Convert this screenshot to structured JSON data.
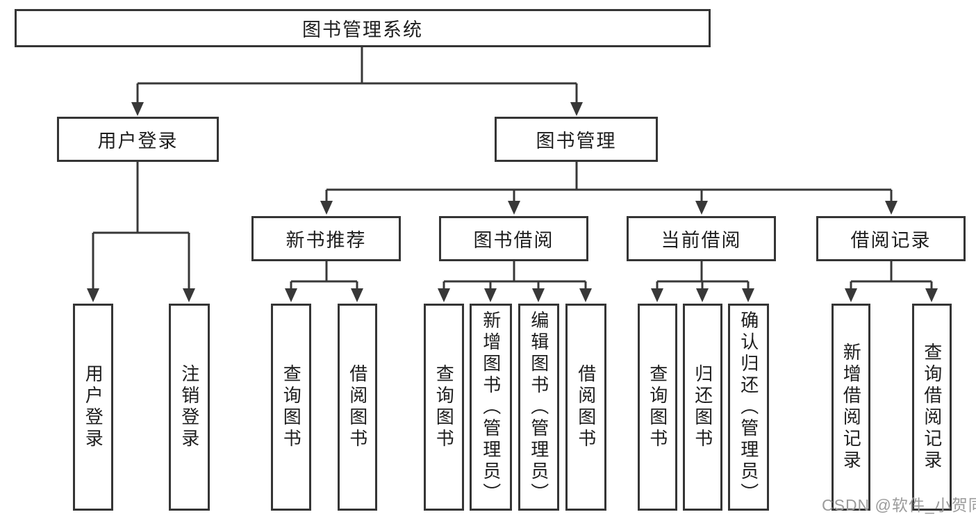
{
  "diagram": {
    "title_node": {
      "label": "图书管理系统"
    },
    "level2": [
      {
        "id": "user-login",
        "label": "用户登录"
      },
      {
        "id": "book-management",
        "label": "图书管理"
      }
    ],
    "level3": [
      {
        "id": "new-book-recommend",
        "label": "新书推荐"
      },
      {
        "id": "book-borrowing",
        "label": "图书借阅"
      },
      {
        "id": "current-borrowing",
        "label": "当前借阅"
      },
      {
        "id": "borrowing-records",
        "label": "借阅记录"
      }
    ],
    "leaves": [
      {
        "id": "user-login-action",
        "label": "用户登录"
      },
      {
        "id": "logout-action",
        "label": "注销登录"
      },
      {
        "id": "recommend-query-books",
        "label": "查询图书"
      },
      {
        "id": "recommend-borrow-books",
        "label": "借阅图书"
      },
      {
        "id": "borrowing-query-books",
        "label": "查询图书"
      },
      {
        "id": "borrowing-add-books-admin",
        "label": "新增图书（管理员）"
      },
      {
        "id": "borrowing-edit-books-admin",
        "label": "编辑图书（管理员）"
      },
      {
        "id": "borrowing-borrow-books",
        "label": "借阅图书"
      },
      {
        "id": "current-query-books",
        "label": "查询图书"
      },
      {
        "id": "current-return-books",
        "label": "归还图书"
      },
      {
        "id": "current-confirm-return-admin",
        "label": "确认归还（管理员）"
      },
      {
        "id": "records-add-borrow-record",
        "label": "新增借阅记录"
      },
      {
        "id": "records-query-borrow-record",
        "label": "查询借阅记录"
      }
    ],
    "watermark": "CSDN @软件_小贺同学",
    "colors": {
      "line": "#383838",
      "box_border": "#353535",
      "text": "#1e1e1e",
      "watermark": "#9b9b9b",
      "background": "#ffffff"
    }
  }
}
